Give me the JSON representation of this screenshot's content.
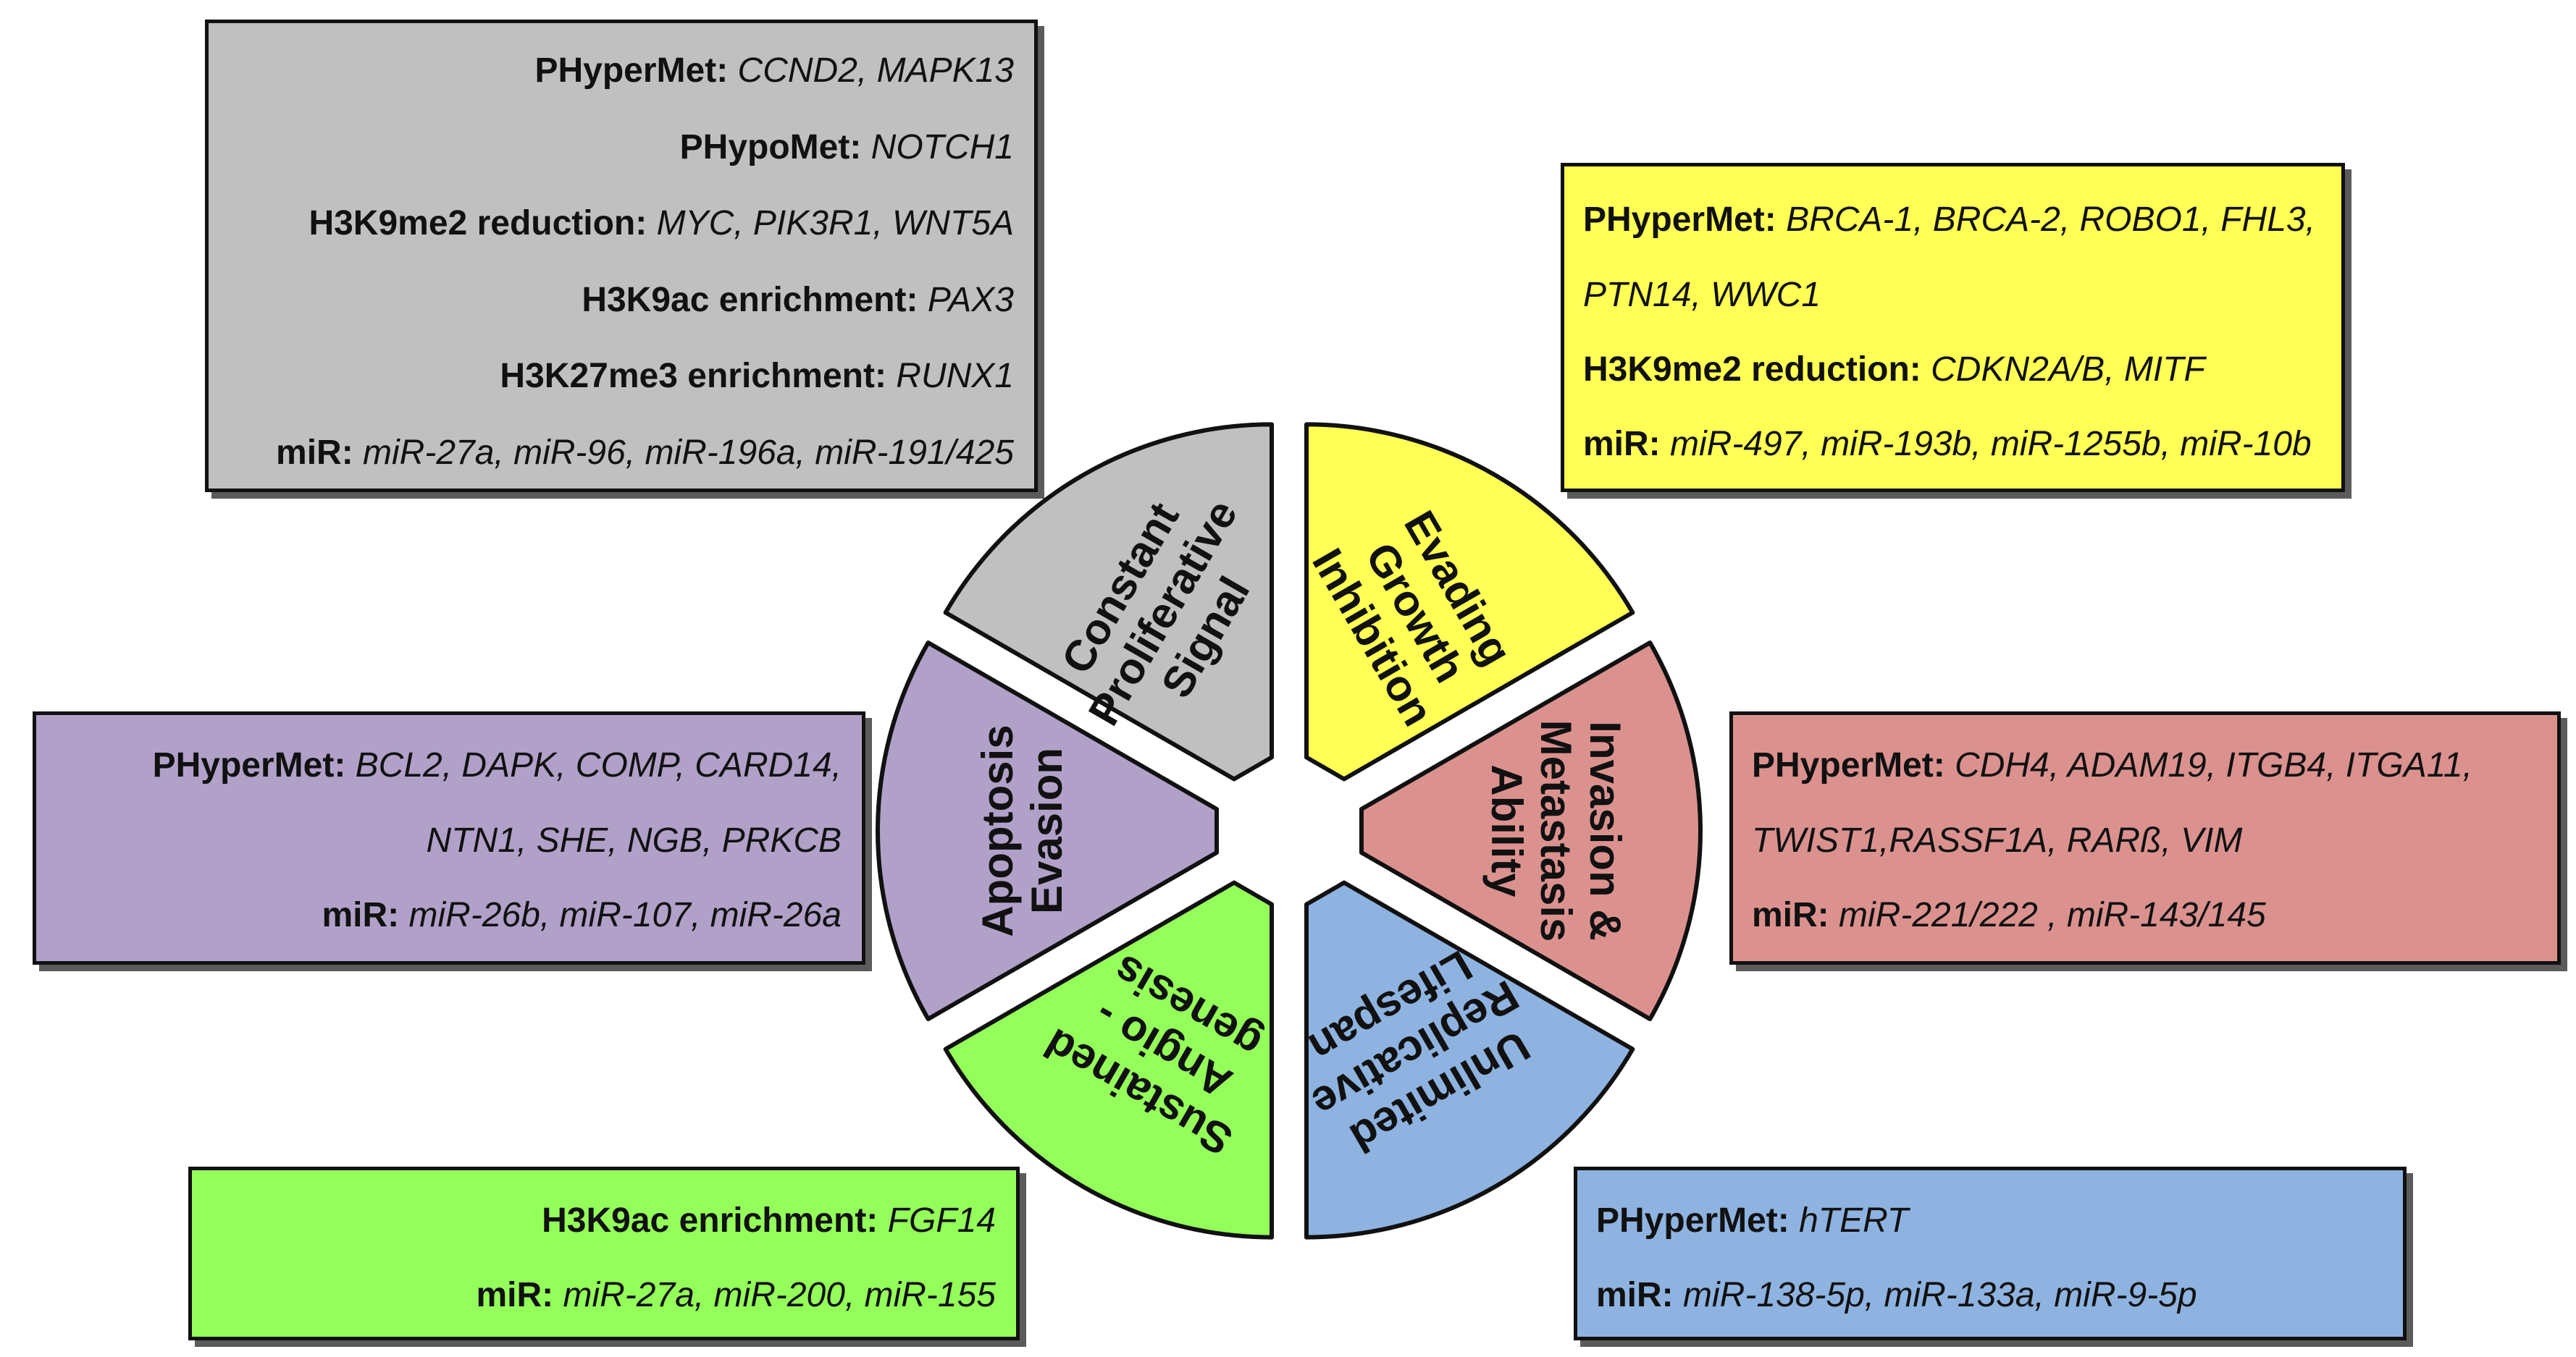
{
  "colors": {
    "gray": "#c0c0c0",
    "yellow": "#ffff55",
    "red": "#db928f",
    "blue": "#8eb3e0",
    "green": "#94ff5a",
    "purple": "#b1a1c9",
    "outline": "#111111"
  },
  "segments": [
    {
      "key": "proliferative",
      "color": "#c0c0c0",
      "lines": [
        "Constant",
        "Proliferative",
        "Signal"
      ]
    },
    {
      "key": "growth",
      "color": "#ffff55",
      "lines": [
        "Evading",
        "Growth",
        "Inhibition"
      ]
    },
    {
      "key": "invasion",
      "color": "#db928f",
      "lines": [
        "Invasion &",
        "Metastasis",
        "Ability"
      ]
    },
    {
      "key": "replicative",
      "color": "#8eb3e0",
      "lines": [
        "Unlimited",
        "Replicative",
        "Lifespan"
      ]
    },
    {
      "key": "angiogenesis",
      "color": "#94ff5a",
      "lines": [
        "Sustained",
        "Angio -",
        "genesis"
      ]
    },
    {
      "key": "apoptosis",
      "color": "#b1a1c9",
      "lines": [
        "Apoptosis",
        "Evasion"
      ]
    }
  ],
  "boxes": {
    "proliferative": {
      "lines": [
        {
          "label": "PHyperMet:",
          "value": "CCND2, MAPK13"
        },
        {
          "label": "PHypoMet:",
          "value": "NOTCH1"
        },
        {
          "label": "H3K9me2 reduction:",
          "value": "MYC, PIK3R1, WNT5A"
        },
        {
          "label": "H3K9ac enrichment:",
          "value": "PAX3"
        },
        {
          "label": "H3K27me3 enrichment:",
          "value": "RUNX1"
        },
        {
          "label": "miR:",
          "value": "miR-27a, miR-96, miR-196a, miR-191/425"
        }
      ]
    },
    "growth": {
      "lines": [
        {
          "label": "PHyperMet:",
          "value": "BRCA-1, BRCA-2, ROBO1, FHL3,"
        },
        {
          "label": "",
          "value": "PTN14, WWC1"
        },
        {
          "label": "H3K9me2 reduction:",
          "value": "CDKN2A/B, MITF"
        },
        {
          "label": "miR:",
          "value": "miR-497, miR-193b, miR-1255b, miR-10b"
        }
      ]
    },
    "invasion": {
      "lines": [
        {
          "label": "PHyperMet:",
          "value": "CDH4, ADAM19, ITGB4, ITGA11,"
        },
        {
          "label": "",
          "value": "TWIST1,RASSF1A, RARß, VIM"
        },
        {
          "label": "miR:",
          "value": "miR-221/222 , miR-143/145"
        }
      ]
    },
    "apoptosis": {
      "lines": [
        {
          "label": "PHyperMet:",
          "value": "BCL2, DAPK, COMP, CARD14,"
        },
        {
          "label": "",
          "value": "NTN1, SHE, NGB, PRKCB"
        },
        {
          "label": "miR:",
          "value": "miR-26b, miR-107, miR-26a"
        }
      ]
    },
    "angiogenesis": {
      "lines": [
        {
          "label": "H3K9ac enrichment:",
          "value": "FGF14"
        },
        {
          "label": "miR:",
          "value": "miR-27a, miR-200, miR-155"
        }
      ]
    },
    "replicative": {
      "lines": [
        {
          "label": "PHyperMet:",
          "value": "hTERT"
        },
        {
          "label": "miR:",
          "value": "miR-138-5p, miR-133a, miR-9-5p"
        }
      ]
    }
  }
}
